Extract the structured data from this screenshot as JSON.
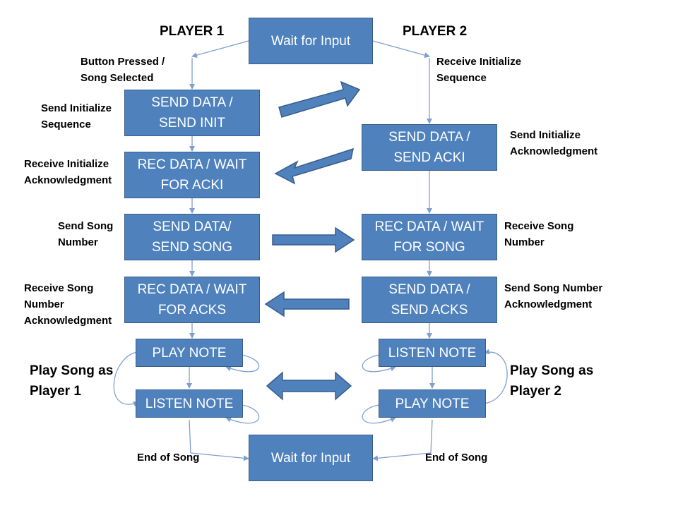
{
  "headers": {
    "player1": "PLAYER 1",
    "player2": "PLAYER 2"
  },
  "nodes": {
    "wait_top": "Wait for Input",
    "wait_bottom": "Wait for Input",
    "p1_send_init": [
      "SEND DATA /",
      "SEND INIT"
    ],
    "p1_wait_acki": [
      "REC DATA / WAIT",
      "FOR ACKI"
    ],
    "p1_send_song": [
      "SEND DATA/",
      "SEND SONG"
    ],
    "p1_wait_acks": [
      "REC DATA / WAIT",
      "FOR ACKS"
    ],
    "p1_play_note": "PLAY NOTE",
    "p1_listen_note": "LISTEN NOTE",
    "p2_send_acki": [
      "SEND DATA /",
      "SEND ACKI"
    ],
    "p2_wait_song": [
      "REC DATA / WAIT",
      "FOR SONG"
    ],
    "p2_send_acks": [
      "SEND DATA /",
      "SEND ACKS"
    ],
    "p2_listen_note": "LISTEN NOTE",
    "p2_play_note": "PLAY NOTE"
  },
  "labels": {
    "button_pressed": [
      "Button Pressed /",
      "Song Selected"
    ],
    "receive_init_seq": [
      "Receive Initialize",
      "Sequence"
    ],
    "send_init_seq": [
      "Send Initialize",
      "Sequence"
    ],
    "send_init_ack": [
      "Send Initialize",
      "Acknowledgment"
    ],
    "receive_init_ack": [
      "Receive Initialize",
      "Acknowledgment"
    ],
    "send_song_number": [
      "Send Song",
      "Number"
    ],
    "receive_song_number": [
      "Receive Song",
      "Number"
    ],
    "receive_song_number_ack": [
      "Receive  Song",
      "Number",
      "Acknowledgment"
    ],
    "send_song_number_ack": [
      "Send Song Number",
      "Acknowledgment"
    ],
    "play_p1": [
      "Play Song as",
      "Player 1"
    ],
    "play_p2": [
      "Play Song as",
      "Player 2"
    ],
    "end_song_left": "End of Song",
    "end_song_right": "End of Song"
  },
  "colors": {
    "box_fill": "#4f81bd",
    "box_border": "#385d8a",
    "connector": "#7f9fcf",
    "arrow_fill": "#4f81bd",
    "arrow_border": "#385d8a"
  }
}
